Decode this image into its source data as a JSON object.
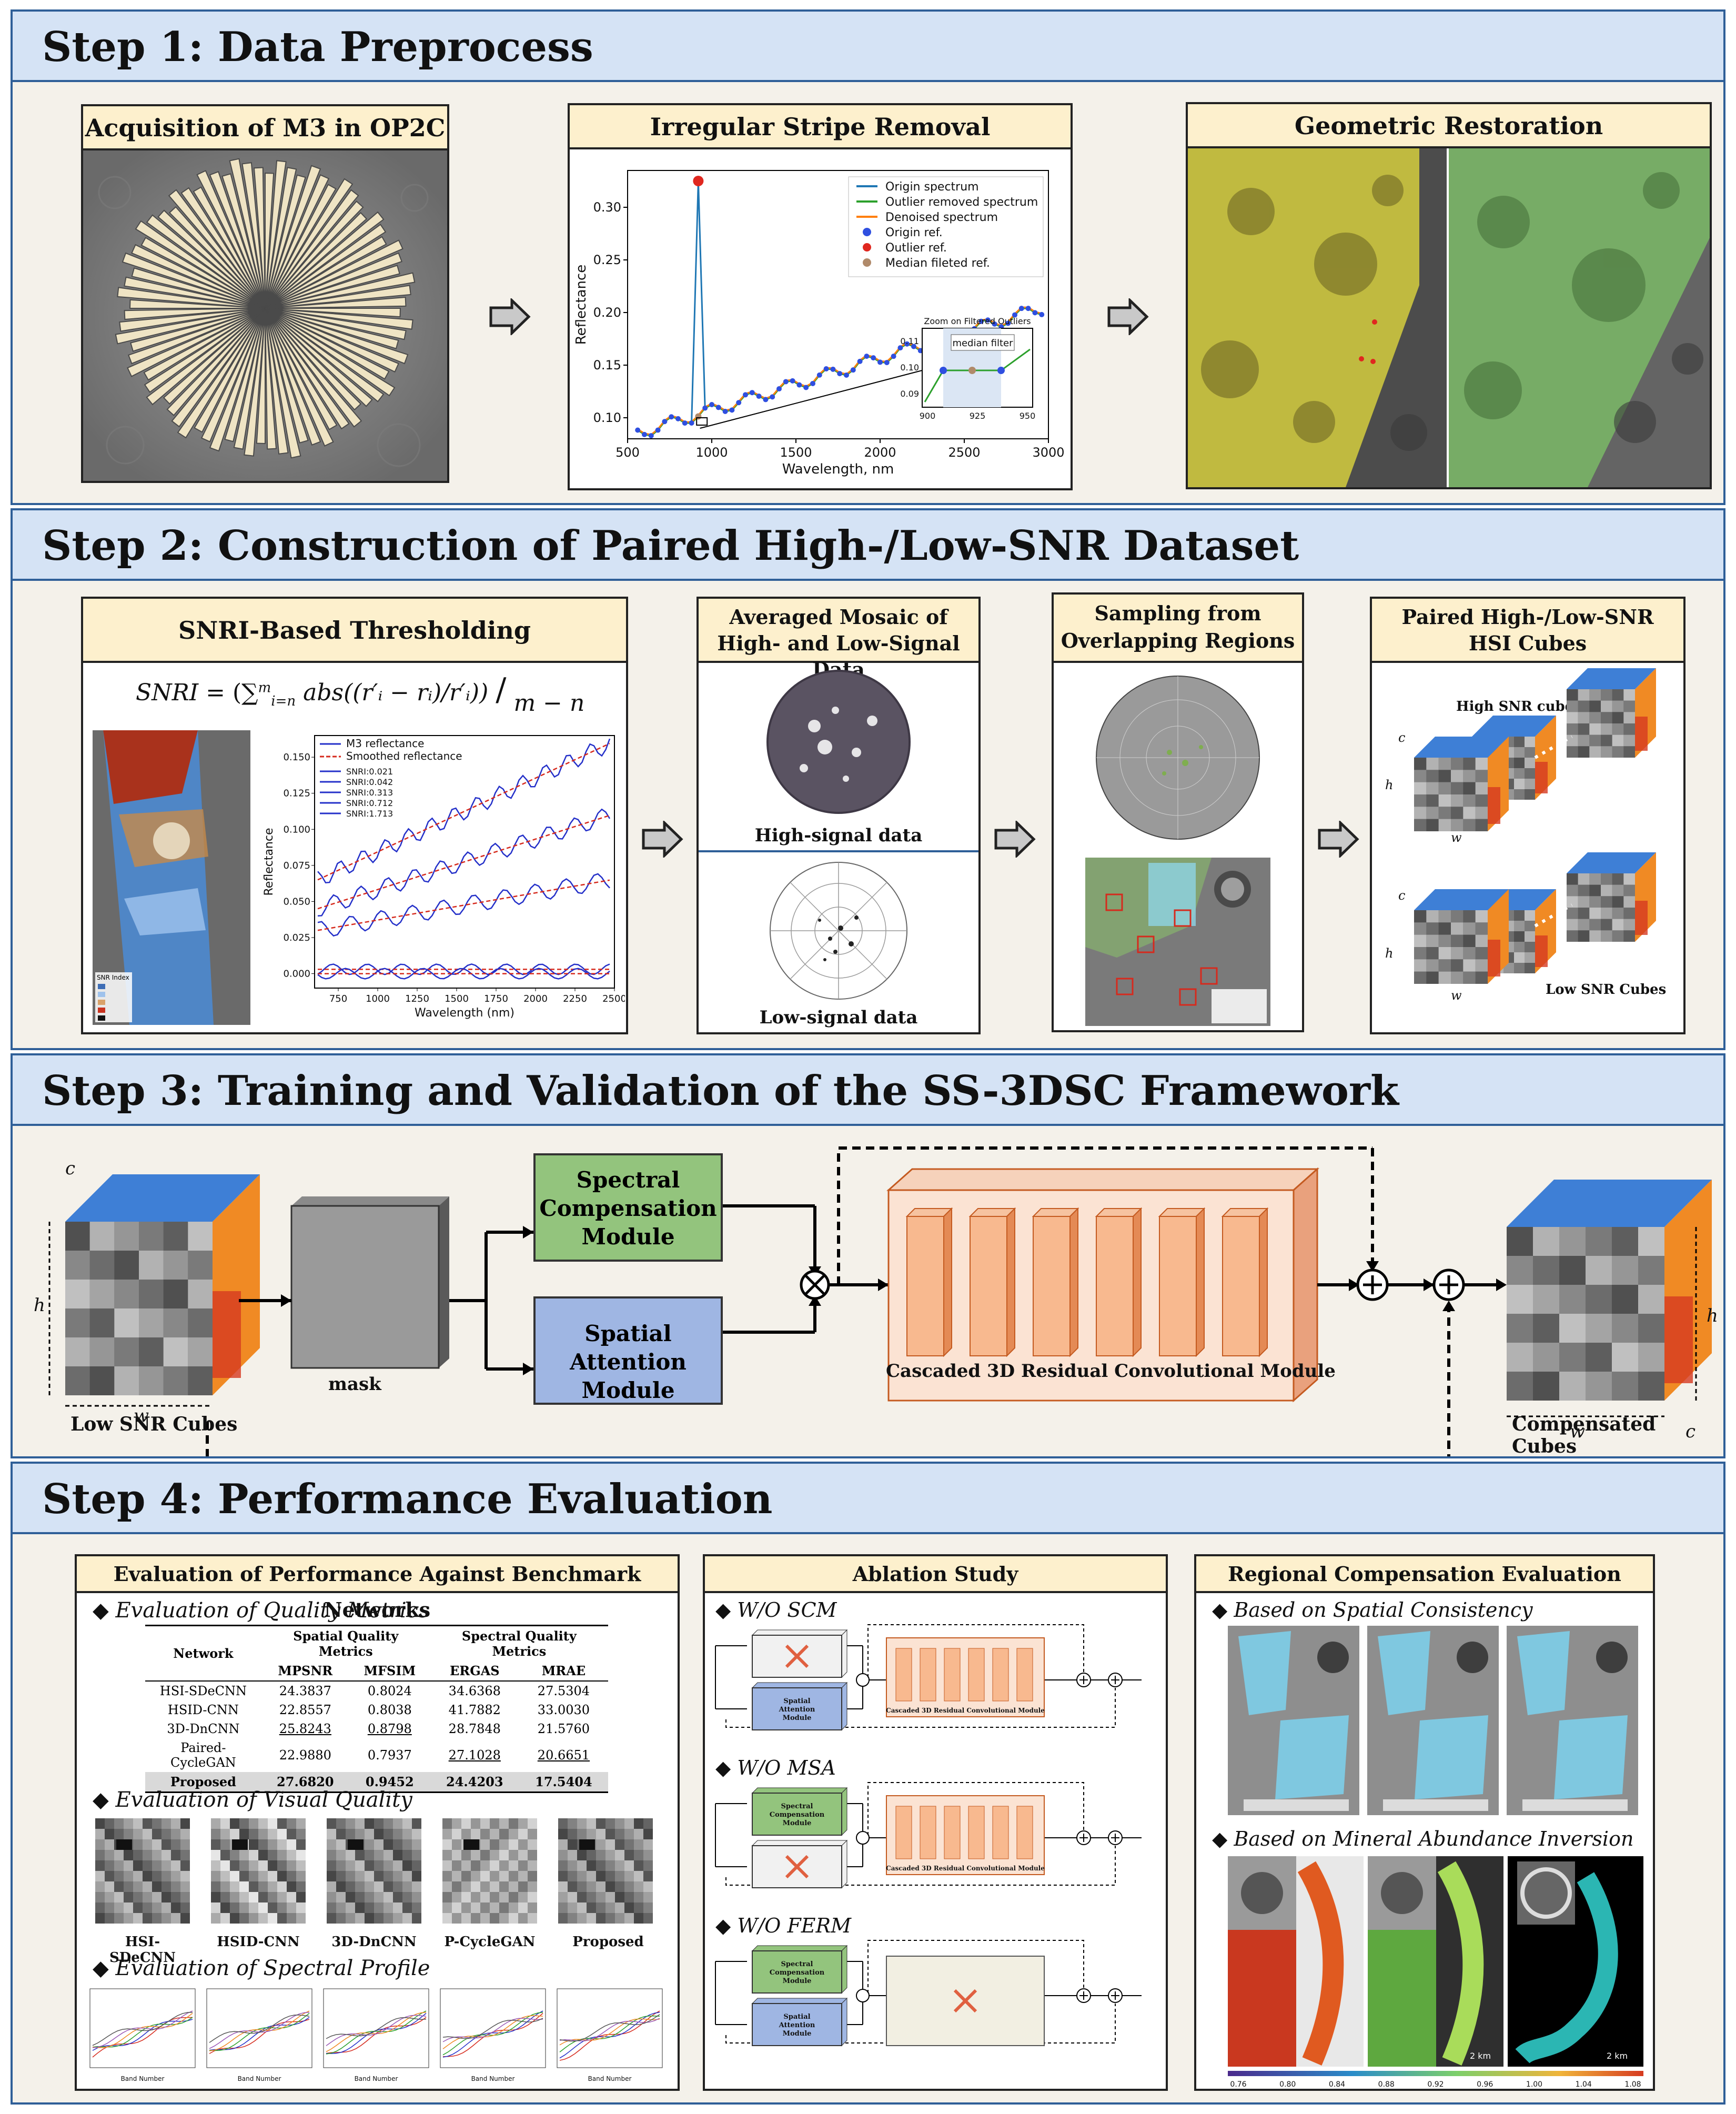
{
  "steps": [
    {
      "title": "Step 1: Data Preprocess"
    },
    {
      "title": "Step 2: Construction of Paired High-/Low-SNR Dataset"
    },
    {
      "title": "Step 3: Training and Validation of the SS-3DSC Framework"
    },
    {
      "title": "Step 4: Performance Evaluation"
    }
  ],
  "step1": {
    "acquisition_title": "Acquisition of M3 in OP2C",
    "stripe_title": "Irregular Stripe Removal",
    "geo_title": "Geometric Restoration",
    "chart": {
      "ylabel": "Reflectance",
      "xlabel": "Wavelength, nm",
      "xticks": [
        "500",
        "1000",
        "1500",
        "2000",
        "2500",
        "3000"
      ],
      "yticks": [
        "0.10",
        "0.15",
        "0.20",
        "0.25",
        "0.30"
      ],
      "legend": [
        "Origin spectrum",
        "Outlier removed spectrum",
        "Denoised spectrum",
        "Origin ref.",
        "Outlier ref.",
        "Median fileted ref."
      ],
      "inset_title": "Zoom on Filtered Outliers",
      "inset_label": "median filter",
      "inset_xticks": [
        "900",
        "925",
        "950"
      ],
      "inset_yticks": [
        "0.11",
        "0.10",
        "0.09"
      ]
    }
  },
  "step2": {
    "snri_title": "SNRI-Based Thresholding",
    "formula": "SNRI = (Σ abs((r'ᵢ − rᵢ)/r'ᵢ)) / m − n",
    "formula_lhs": "SNRI =",
    "formula_num": "(∑",
    "formula_sum_sup": "m",
    "formula_sum_sub": "i=n",
    "formula_body": "abs((r′ᵢ − rᵢ)/r′ᵢ)",
    "formula_den": "m − n",
    "legend": [
      "M3 reflectance",
      "Smoothed reflectance",
      "SNRI:0.021",
      "SNRI:0.042",
      "SNRI:0.313",
      "SNRI:0.712",
      "SNRI:1.713"
    ],
    "ylabel": "Reflectance",
    "xlabel": "Wavelength (nm)",
    "xticks": [
      "750",
      "1000",
      "1250",
      "1500",
      "1750",
      "2000",
      "2250",
      "2500"
    ],
    "yticks": [
      "0.150",
      "0.125",
      "0.100",
      "0.075",
      "0.050",
      "0.025",
      "0.000"
    ],
    "snr_index_label": "SNR Index",
    "mosaic_title": "Averaged Mosaic of High- and Low-Signal Data",
    "high_signal": "High-signal data",
    "low_signal": "Low-signal data",
    "sampling_title": "Sampling from Overlapping Regions",
    "paired_title": "Paired High-/Low-SNR HSI Cubes",
    "high_cubes": "High SNR cubes",
    "low_cubes": "Low SNR Cubes",
    "axis_c": "c",
    "axis_h": "h",
    "axis_w": "w"
  },
  "step3": {
    "input_label": "Low SNR Cubes",
    "mask_label": "mask",
    "scm": "Spectral Compensation Module",
    "sam": "Spatial Attention Module",
    "crm": "Cascaded 3D Residual Convolutional Module",
    "output_label": "Compensated Cubes",
    "axis_c": "c",
    "axis_h": "h",
    "axis_w": "w"
  },
  "step4": {
    "bench_title": "Evaluation of Performance Against Benchmark Networks",
    "quality_metrics": "Evaluation of Quality Metrics",
    "table": {
      "col_network": "Network",
      "group_spatial": "Spatial Quality Metrics",
      "group_spectral": "Spectral Quality Metrics",
      "cols": [
        "MPSNR",
        "MFSIM",
        "ERGAS",
        "MRAE"
      ],
      "rows": [
        {
          "name": "HSI-SDeCNN",
          "vals": [
            "24.3837",
            "0.8024",
            "34.6368",
            "27.5304"
          ]
        },
        {
          "name": "HSID-CNN",
          "vals": [
            "22.8557",
            "0.8038",
            "41.7882",
            "33.0030"
          ]
        },
        {
          "name": "3D-DnCNN",
          "vals": [
            "25.8243",
            "0.8798",
            "28.7848",
            "21.5760"
          ]
        },
        {
          "name": "Paired-CycleGAN",
          "vals": [
            "22.9880",
            "0.7937",
            "27.1028",
            "20.6651"
          ]
        },
        {
          "name": "Proposed",
          "vals": [
            "27.6820",
            "0.9452",
            "24.4203",
            "17.5404"
          ]
        }
      ]
    },
    "visual_quality": "Evaluation of Visual Quality",
    "visual_labels": [
      "HSI-SDeCNN",
      "HSID-CNN",
      "3D-DnCNN",
      "P-CycleGAN",
      "Proposed"
    ],
    "spectral_profile": "Evaluation of Spectral Profile",
    "band_number": "Band Number",
    "ablation_title": "Ablation Study",
    "wo_scm": "W/O SCM",
    "wo_msa": "W/O MSA",
    "wo_ferm": "W/O FERM",
    "small_sam": "Spatial Attention Module",
    "small_scm": "Spectral Compensation Module",
    "small_crm": "Cascaded 3D Residual Convolutional Module",
    "regional_title": "Regional Compensation Evaluation",
    "spatial_consistency": "Based on Spatial Consistency",
    "mineral": "Based on Mineral Abundance Inversion",
    "km_label": "2 km",
    "colorbar_ticks": [
      "0.76",
      "0.80",
      "0.84",
      "0.88",
      "0.92",
      "0.96",
      "1.00",
      "1.04",
      "1.08"
    ]
  },
  "colors": {
    "step_border": "#2f5f98",
    "step_header": "#d5e3f5",
    "panel_title": "#fdf0cd",
    "scm_green": "#93c47d",
    "sam_blue": "#9fb6e3",
    "crm_orange": "#f8cbad"
  }
}
